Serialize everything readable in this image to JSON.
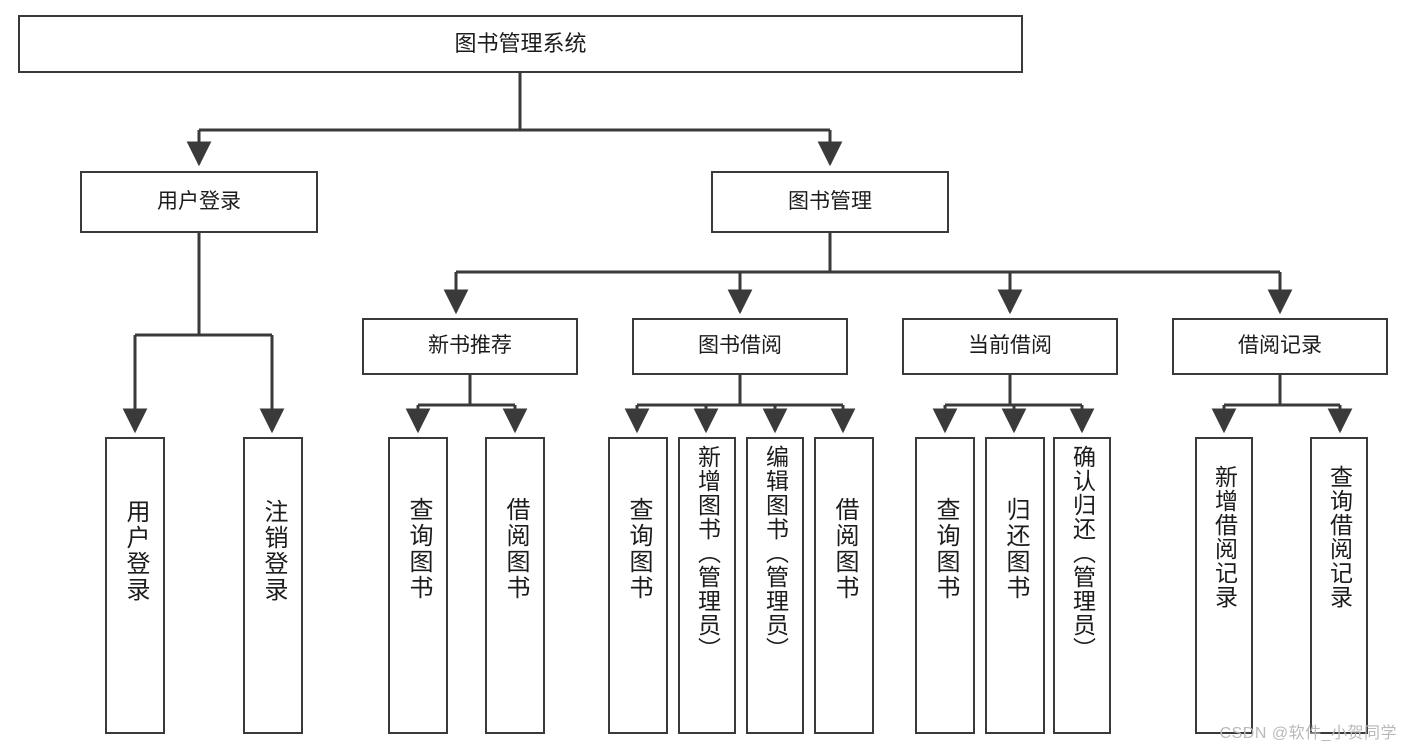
{
  "diagram": {
    "title": "图书管理系统",
    "type": "功能结构图",
    "root": {
      "id": "root",
      "label": "图书管理系统"
    },
    "level2": [
      {
        "id": "user-login",
        "label": "用户登录"
      },
      {
        "id": "book-manage",
        "label": "图书管理"
      }
    ],
    "level3": [
      {
        "id": "new-book-recommend",
        "label": "新书推荐",
        "parent": "book-manage"
      },
      {
        "id": "book-borrow",
        "label": "图书借阅",
        "parent": "book-manage"
      },
      {
        "id": "current-borrow",
        "label": "当前借阅",
        "parent": "book-manage"
      },
      {
        "id": "borrow-record",
        "label": "借阅记录",
        "parent": "book-manage"
      }
    ],
    "leaves": [
      {
        "id": "leaf-user-login",
        "label": "用户登录",
        "parent": "user-login"
      },
      {
        "id": "leaf-logout-login",
        "label": "注销登录",
        "parent": "user-login"
      },
      {
        "id": "leaf-query-book-1",
        "label": "查询图书",
        "parent": "new-book-recommend"
      },
      {
        "id": "leaf-borrow-book-1",
        "label": "借阅图书",
        "parent": "new-book-recommend"
      },
      {
        "id": "leaf-query-book-2",
        "label": "查询图书",
        "parent": "book-borrow"
      },
      {
        "id": "leaf-add-book",
        "label": "新增图书（管理员）",
        "parent": "book-borrow"
      },
      {
        "id": "leaf-edit-book",
        "label": "编辑图书（管理员）",
        "parent": "book-borrow"
      },
      {
        "id": "leaf-borrow-book-2",
        "label": "借阅图书",
        "parent": "book-borrow"
      },
      {
        "id": "leaf-query-book-3",
        "label": "查询图书",
        "parent": "current-borrow"
      },
      {
        "id": "leaf-return-book",
        "label": "归还图书",
        "parent": "current-borrow"
      },
      {
        "id": "leaf-confirm-return",
        "label": "确认归还（管理员）",
        "parent": "current-borrow"
      },
      {
        "id": "leaf-add-record",
        "label": "新增借阅记录",
        "parent": "borrow-record"
      },
      {
        "id": "leaf-query-record",
        "label": "查询借阅记录",
        "parent": "borrow-record"
      }
    ],
    "watermark": "CSDN @软件_小贺同学",
    "colors": {
      "stroke": "#3a3a3a",
      "text": "#1c1c1c",
      "background": "#ffffff",
      "watermark": "#b9b9b9"
    }
  }
}
